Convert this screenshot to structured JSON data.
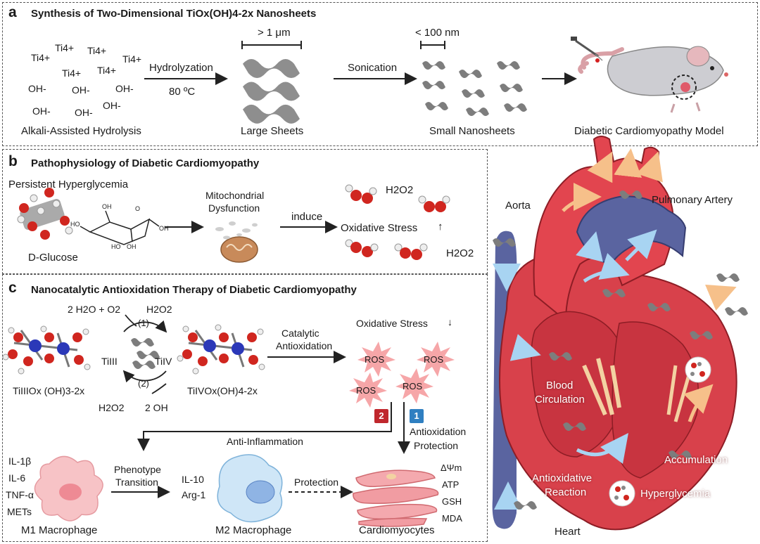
{
  "panel_a": {
    "label": "a",
    "title": "Synthesis of Two-Dimensional TiOx(OH)4-2x Nanosheets",
    "ti_ion": "Ti4+",
    "oh_ion": "OH-",
    "hydrolysis_caption": "Alkali-Assisted Hydrolysis",
    "step1_label": "Hydrolyzation",
    "step1_temp": "80 ºC",
    "large_scale": "> 1 μm",
    "large_caption": "Large Sheets",
    "step2_label": "Sonication",
    "small_scale": "< 100 nm",
    "small_caption": "Small Nanosheets",
    "model_caption": "Diabetic Cardiomyopathy Model"
  },
  "panel_b": {
    "label": "b",
    "title": "Pathophysiology of Diabetic Cardiomyopathy",
    "hyperglycemia": "Persistent Hyperglycemia",
    "glucose": "D-Glucose",
    "mito_line1": "Mitochondrial",
    "mito_line2": "Dysfunction",
    "induce": "induce",
    "h2o2": "H2O2",
    "oxidative_stress": "Oxidative Stress",
    "up_arrow": "↑"
  },
  "panel_c": {
    "label": "c",
    "title": "Nanocatalytic Antioxidation Therapy of Diabetic Cardiomyopathy",
    "top_left_product": "2 H2O + O2",
    "top_right_reactant": "H2O2",
    "step1": "(1)",
    "step2": "(2)",
    "ti3": "TiIII",
    "ti4": "TiIV",
    "bottom_left_reactant": "H2O2",
    "bottom_right_product": "2 OH",
    "ti3_formula": "TiIIIOx (OH)3-2x",
    "ti4_formula": "TiIVOx(OH)4-2x",
    "catalytic_line1": "Catalytic",
    "catalytic_line2": "Antioxidation",
    "oxidative_stress": "Oxidative Stress",
    "down_arrow": "↓",
    "ros": "ROS",
    "badge1": "1",
    "badge2": "2",
    "protection_line1": "Antioxidation",
    "protection_line2": "Protection",
    "anti_inflammation": "Anti-Inflammation",
    "m1_markers": [
      "IL-1β",
      "IL-6",
      "TNF-α",
      "METs"
    ],
    "phenotype_line1": "Phenotype",
    "phenotype_line2": "Transition",
    "m2_markers": [
      "IL-10",
      "Arg-1"
    ],
    "protection": "Protection",
    "cardio_markers": [
      "ΔΨm",
      "ATP",
      "GSH",
      "MDA"
    ],
    "m1_caption": "M1 Macrophage",
    "m2_caption": "M2 Macrophage",
    "cardio_caption": "Cardiomyocytes"
  },
  "heart": {
    "aorta": "Aorta",
    "pulmonary_artery": "Pulmonary Artery",
    "blood_line1": "Blood",
    "blood_line2": "Circulation",
    "antiox_line1": "Antioxidative",
    "antiox_line2": "Reaction",
    "accumulation": "Accumulation",
    "hyperglycemia": "Hyperglycemia",
    "caption": "Heart"
  },
  "colors": {
    "heart_red": "#d8414b",
    "vein_blue": "#5a64a0",
    "oxygen_red": "#d0261f",
    "titanium_blue": "#2b38b8",
    "ros_pink": "#f6a6a8",
    "badge_red": "#c0272d",
    "badge_blue": "#2f7fc1",
    "accent_red": "#d42020"
  }
}
